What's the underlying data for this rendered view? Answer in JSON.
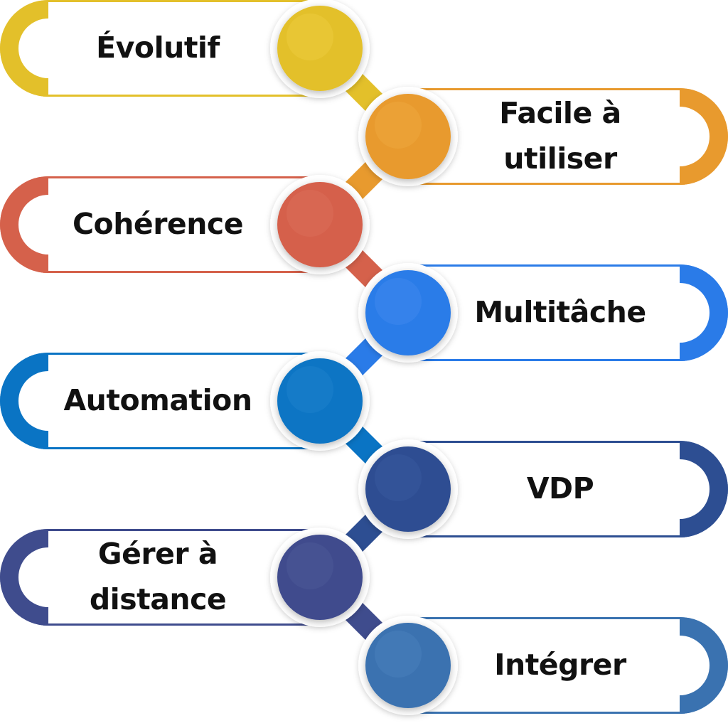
{
  "steps": [
    {
      "label": "Évolutif",
      "color": "#E3C02A",
      "color_light": "#F0D247"
    },
    {
      "label": "Facile à utiliser",
      "color": "#E89A2E",
      "color_light": "#F2AE45"
    },
    {
      "label": "Cohérence",
      "color": "#D5614B",
      "color_light": "#E07560"
    },
    {
      "label": "Multitâche",
      "color": "#2A7BE8",
      "color_light": "#4A90F0"
    },
    {
      "label": "Automation",
      "color": "#0A74C4",
      "color_light": "#2487D2"
    },
    {
      "label": "VDP",
      "color": "#2D4E92",
      "color_light": "#3D5FA2"
    },
    {
      "label": "Gérer à distance",
      "color": "#3F4C8D",
      "color_light": "#53609E"
    },
    {
      "label": "Intégrer",
      "color": "#3A72B0",
      "color_light": "#4F86C2"
    }
  ]
}
